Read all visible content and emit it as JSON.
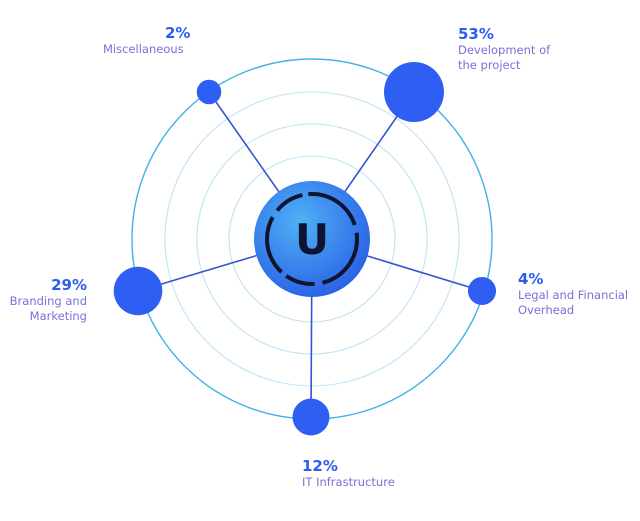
{
  "chart_data": {
    "type": "radial-bubble",
    "center_letter": "U",
    "segments": [
      {
        "label": "Development of the project",
        "value": 53,
        "percent_label": "53%",
        "name_lines": [
          "Development of",
          "the project"
        ]
      },
      {
        "label": "Legal and Financial Overhead",
        "value": 4,
        "percent_label": "4%",
        "name_lines": [
          "Legal and Financial",
          "Overhead"
        ]
      },
      {
        "label": "IT Infrastructure",
        "value": 12,
        "percent_label": "12%",
        "name_lines": [
          "IT Infrastructure"
        ]
      },
      {
        "label": "Branding and Marketing",
        "value": 29,
        "percent_label": "29%",
        "name_lines": [
          "Branding and",
          "Marketing"
        ]
      },
      {
        "label": "Miscellaneous",
        "value": 2,
        "percent_label": "2%",
        "name_lines": [
          "Miscellaneous"
        ]
      }
    ],
    "colors": {
      "bubble": "#2f5ef2",
      "spoke": "#3454d1",
      "outer_ring": "#3fb3e6",
      "inner_ring": "#bfe4f6",
      "center_light": "#4fb2f4",
      "center_dark": "#2a5fe6",
      "percent_text": "#2c5cf0",
      "name_text": "#7b6fd8"
    }
  }
}
